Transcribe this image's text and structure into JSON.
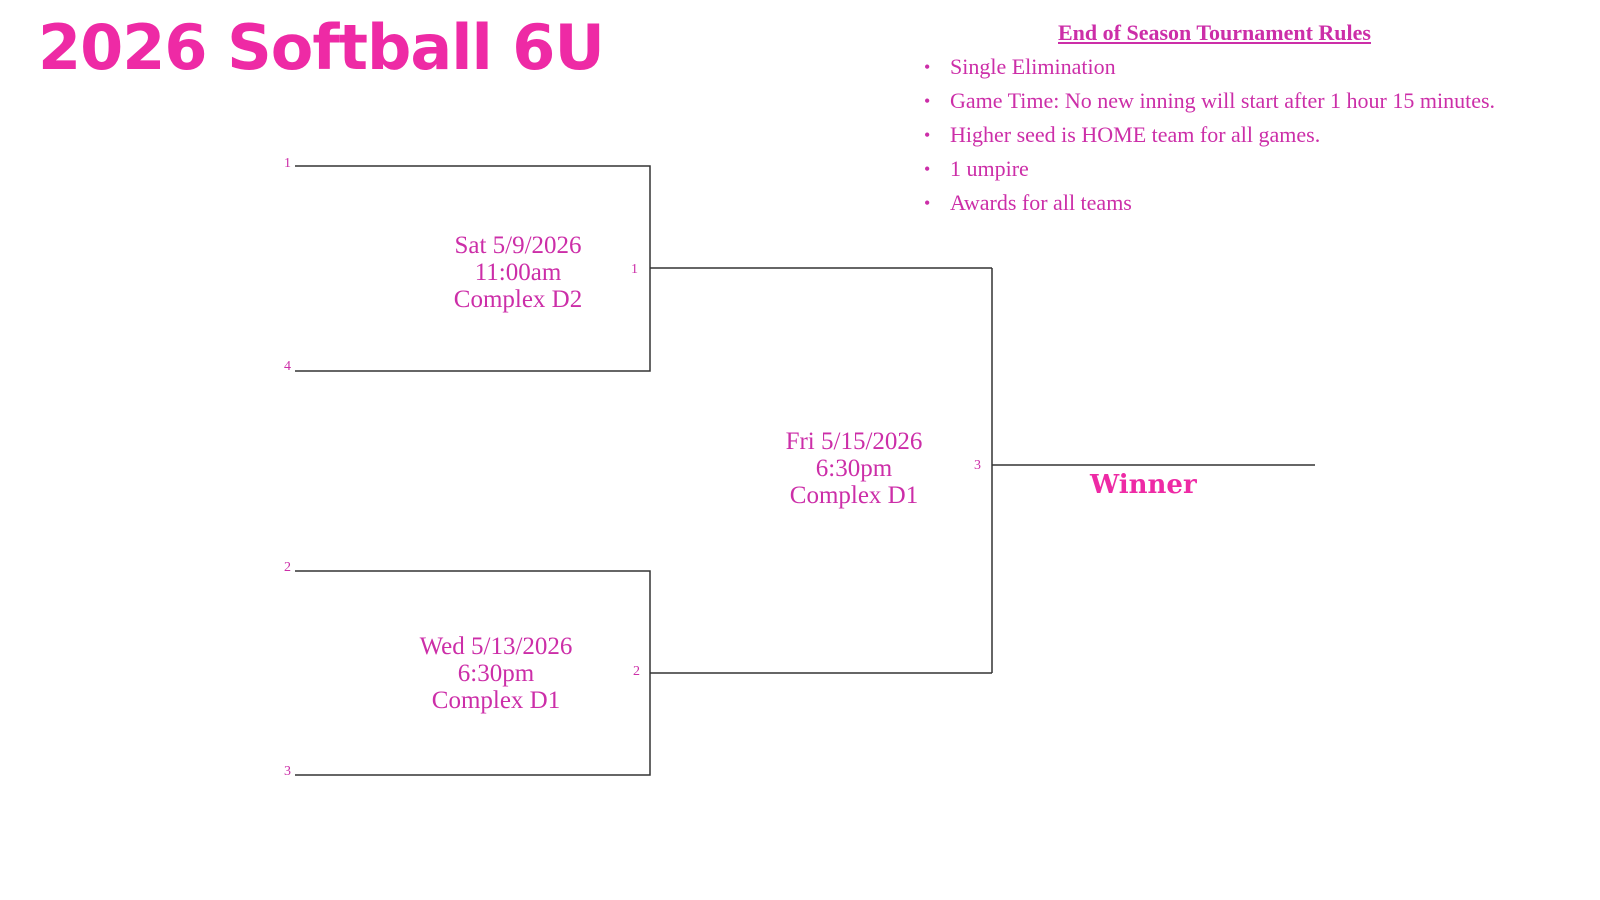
{
  "title": "2026 Softball 6U",
  "rules": {
    "heading": "End of Season Tournament Rules",
    "items": [
      "Single Elimination",
      "Game Time: No new inning will start after 1 hour 15 minutes.",
      "Higher seed is HOME team for all games.",
      "1 umpire",
      "Awards for all teams"
    ]
  },
  "bracket": {
    "seeds": {
      "top_1": "1",
      "top_4": "4",
      "bottom_2": "2",
      "bottom_3": "3",
      "game1_winner": "1",
      "game2_winner": "2",
      "final": "3"
    },
    "games": [
      {
        "day_date": "Sat 5/9/2026",
        "time": "11:00am",
        "location": "Complex D2"
      },
      {
        "day_date": "Wed 5/13/2026",
        "time": "6:30pm",
        "location": "Complex D1"
      },
      {
        "day_date": "Fri 5/15/2026",
        "time": "6:30pm",
        "location": "Complex D1"
      }
    ],
    "winner_label": "Winner"
  },
  "colors": {
    "accent_pink": "#ee2aa5",
    "text_pink": "#cc2ea8",
    "line": "#333333"
  }
}
